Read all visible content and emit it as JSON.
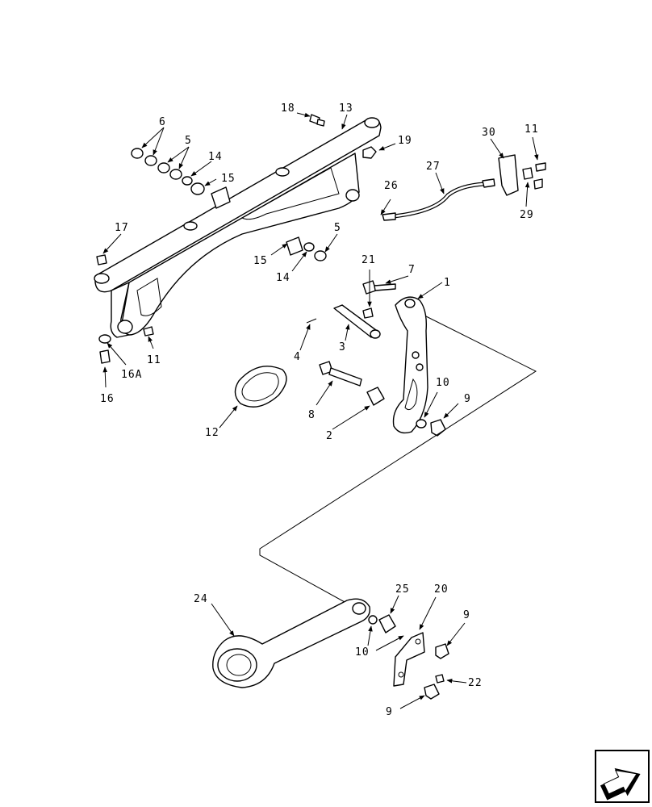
{
  "diagram": {
    "callouts": {
      "c1": "1",
      "c2": "2",
      "c3": "3",
      "c4": "4",
      "c5a": "5",
      "c5b": "5",
      "c6": "6",
      "c7": "7",
      "c8": "8",
      "c9a": "9",
      "c9b": "9",
      "c9c": "9",
      "c10a": "10",
      "c10b": "10",
      "c11a": "11",
      "c11b": "11",
      "c12": "12",
      "c13": "13",
      "c14a": "14",
      "c14b": "14",
      "c15a": "15",
      "c15b": "15",
      "c16": "16",
      "c16a": "16A",
      "c17": "17",
      "c18": "18",
      "c19": "19",
      "c20": "20",
      "c21": "21",
      "c22": "22",
      "c24": "24",
      "c25": "25",
      "c26": "26",
      "c27": "27",
      "c29": "29",
      "c30": "30"
    },
    "nav_icon": "previous-page-arrow-icon"
  }
}
